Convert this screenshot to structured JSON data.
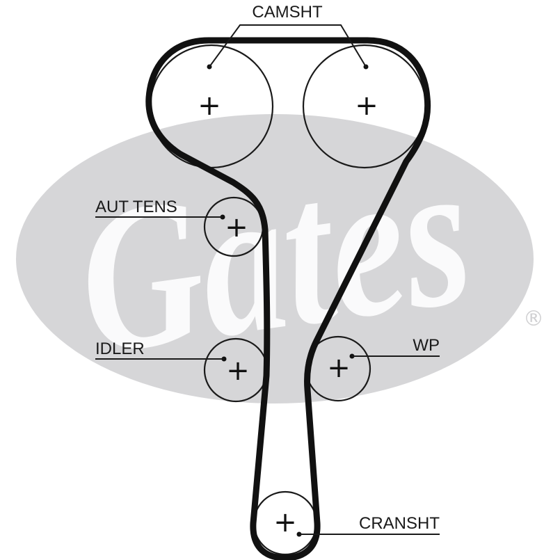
{
  "labels": {
    "camshaft": "CAMSHT",
    "aut_tens": "AUT TENS",
    "idler": "IDLER",
    "wp": "WP",
    "cranshaft": "CRANSHT"
  },
  "logo": {
    "text": "Gates",
    "registered": "®"
  },
  "colors": {
    "belt": "#111111",
    "pulley": "#1a1a1a",
    "logo": "#d6d6d8",
    "background": "#ffffff"
  }
}
